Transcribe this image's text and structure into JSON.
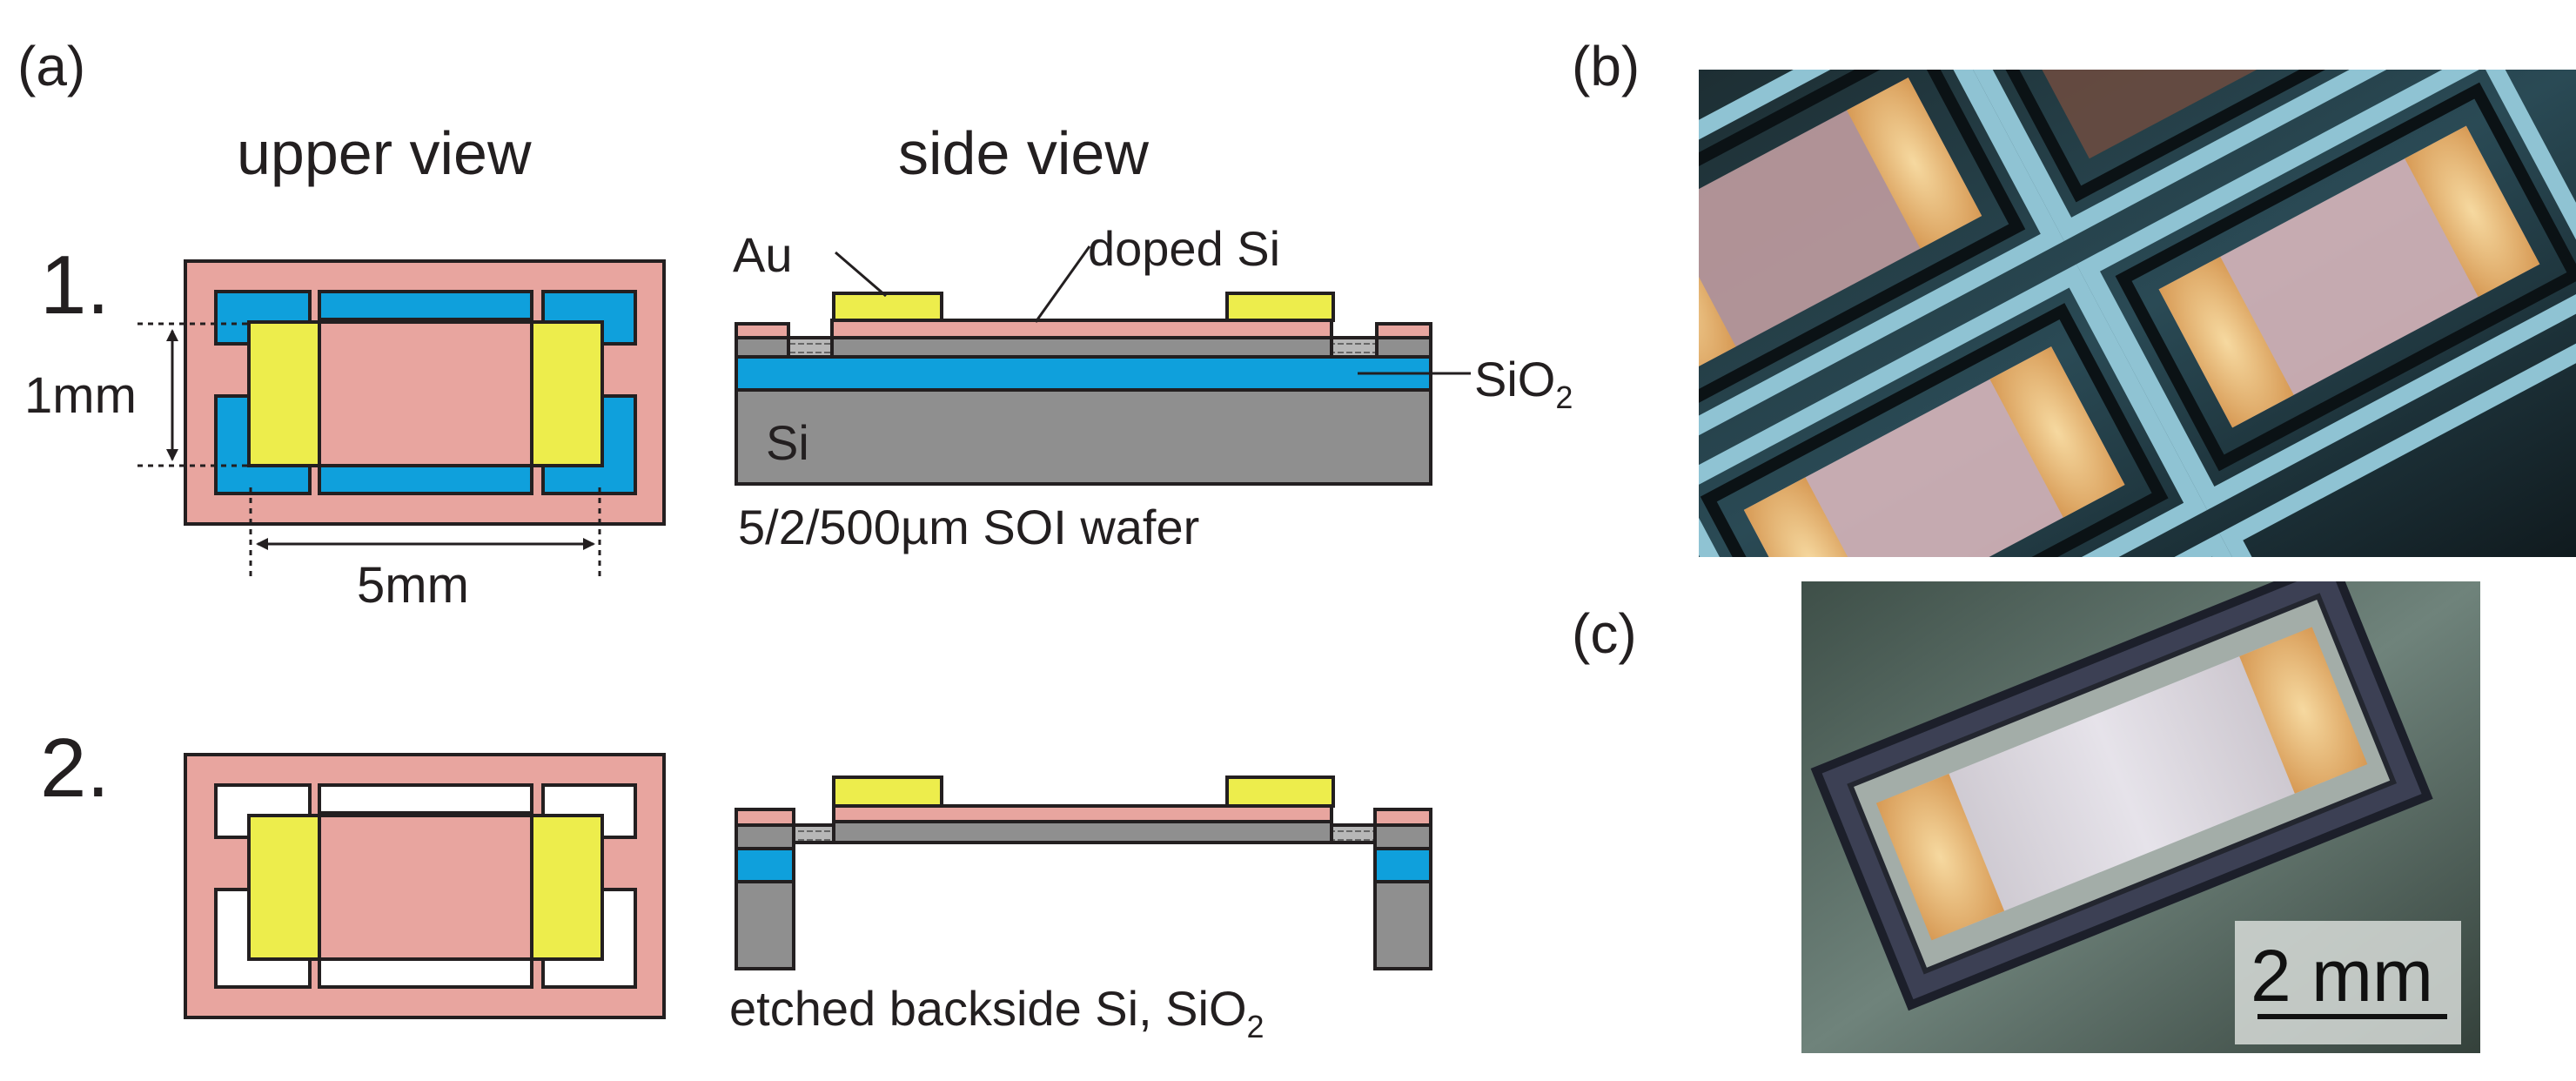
{
  "panels": {
    "a": "(a)",
    "b": "(b)",
    "c": "(c)"
  },
  "headings": {
    "upper_view": "upper view",
    "side_view": "side view"
  },
  "steps": {
    "step1": "1.",
    "step2": "2."
  },
  "dimensions": {
    "width": "1mm",
    "length": "5mm"
  },
  "layers": {
    "au": "Au",
    "doped_si": "doped Si",
    "sio2": "SiO",
    "sio2_sub": "2",
    "si": "Si"
  },
  "captions": {
    "wafer": "5/2/500µm SOI wafer",
    "etched": "etched backside Si, SiO",
    "etched_sub": "2"
  },
  "scale_bar": {
    "label": "2 mm"
  },
  "colors": {
    "doped_si_pink": "#e8a59f",
    "sio2_blue": "#0fa0dc",
    "au_yellow": "#eded4c",
    "si_gray": "#8f8f8f",
    "outline": "#231f20"
  }
}
